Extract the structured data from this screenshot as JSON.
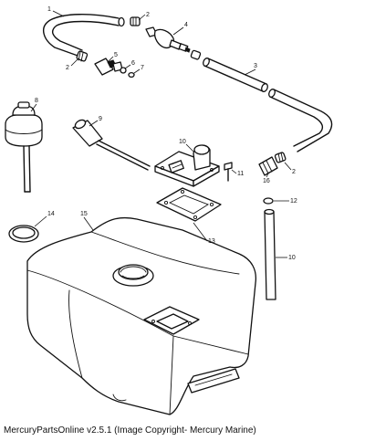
{
  "callouts": {
    "c1": "1",
    "c2a": "2",
    "c2b": "2",
    "c2c": "2",
    "c3": "3",
    "c4": "4",
    "c5": "5",
    "c6": "6",
    "c7": "7",
    "c8": "8",
    "c9": "9",
    "c10a": "10",
    "c10b": "10",
    "c11": "11",
    "c12": "12",
    "c13": "13",
    "c14": "14",
    "c15": "15",
    "c16": "16"
  },
  "caption": "MercuryPartsOnline v2.5.1 (Image Copyright- Mercury Marine)"
}
